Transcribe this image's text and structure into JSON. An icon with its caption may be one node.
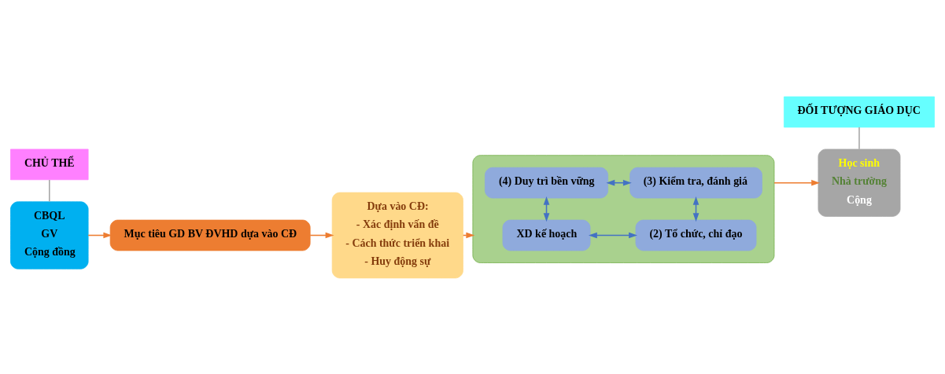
{
  "diagram": {
    "nodes": [
      {
        "text": [
          "CHỦ THỂ"
        ]
      },
      {
        "text": [
          "CBQL",
          "GV",
          "Cộng đồng"
        ]
      },
      {
        "text": [
          "Mục tiêu GD BV ĐVHD dựa vào CĐ"
        ]
      },
      {
        "text": [
          "Dựa vào CĐ:",
          "- Xác định vấn đề",
          "- Cách thức triển khai",
          "- Huy động sự"
        ]
      },
      {
        "text": [],
        "shape": "box"
      },
      {
        "text": [
          "XD kế hoạch"
        ],
        "in": 4
      },
      {
        "text": [
          "(2) Tổ chức, chỉ đạo"
        ],
        "in": 4
      },
      {
        "text": [
          "(4) Duy trì bền vững"
        ],
        "in": 4
      },
      {
        "text": [
          "(3) Kiểm tra, đánh giá"
        ],
        "in": 4
      },
      {
        "text": [
          "ĐỐI TƯỢNG GIÁO DỤC"
        ]
      },
      {
        "text": [
          "Học sinh",
          "Nhà trường",
          "Cộng"
        ]
      }
    ],
    "edges": [
      {
        "from": 0,
        "to": 1,
        "arrow": "none",
        "color": "#a6a6a6"
      },
      {
        "from": 1,
        "to": 2,
        "arrow": "to",
        "color": "#ed7d31"
      },
      {
        "from": 2,
        "to": 3,
        "arrow": "to",
        "color": "#ed7d31"
      },
      {
        "from": 3,
        "to": 4,
        "arrow": "to",
        "color": "#ed7d31"
      },
      {
        "from": 5,
        "to": 6,
        "arrow": "both",
        "color": "#4472c4"
      },
      {
        "from": 5,
        "to": 7,
        "arrow": "both",
        "color": "#4472c4"
      },
      {
        "from": 6,
        "to": 8,
        "arrow": "both",
        "color": "#4472c4"
      },
      {
        "from": 7,
        "to": 8,
        "arrow": "both",
        "color": "#4472c4"
      },
      {
        "from": 4,
        "to": 10,
        "arrow": "to",
        "color": "#ed7d31"
      },
      {
        "from": 9,
        "to": 10,
        "arrow": "none",
        "color": "#a6a6a6"
      }
    ]
  }
}
